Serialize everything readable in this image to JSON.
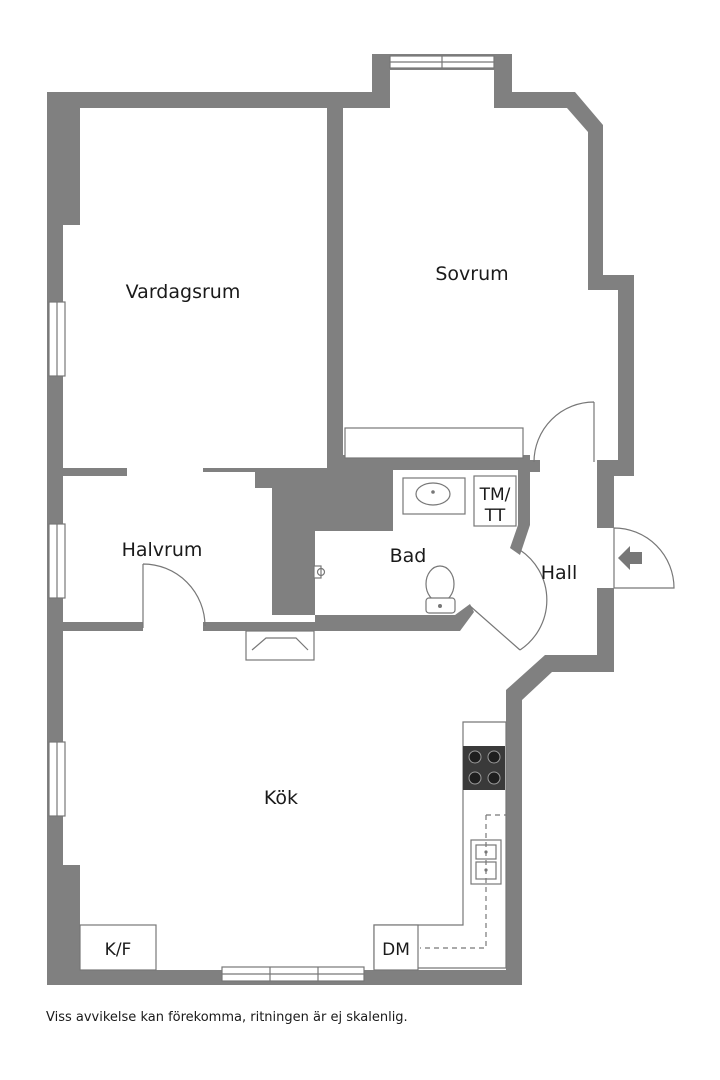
{
  "rooms": {
    "vardagsrum": "Vardagsrum",
    "sovrum": "Sovrum",
    "halvrum": "Halvrum",
    "bad": "Bad",
    "hall": "Hall",
    "kok": "Kök",
    "tm_tt_line1": "TM/",
    "tm_tt_line2": "TT",
    "kf": "K/F",
    "dm": "DM"
  },
  "footnote": "Viss avvikelse kan förekomma, ritningen är ej skalenlig.",
  "colors": {
    "wall": "#808080",
    "line": "#777777",
    "text": "#1a1a1a",
    "hob": "#3a3a3a"
  }
}
